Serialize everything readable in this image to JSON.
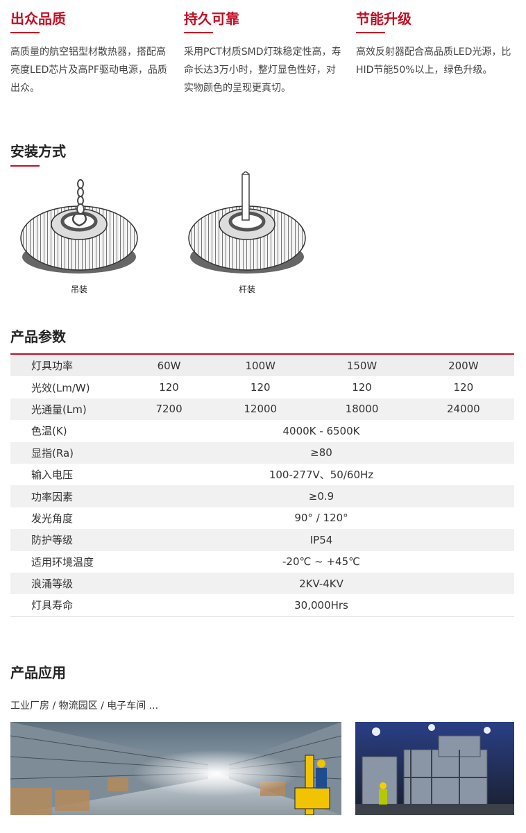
{
  "features": [
    {
      "title": "出众品质",
      "text": "高质量的航空铝型材散热器，搭配高亮度LED芯片及高PF驱动电源，品质出众。"
    },
    {
      "title": "持久可靠",
      "text": "采用PCT材质SMD灯珠稳定性高，寿命长达3万小时，整灯显色性好，对实物颜色的呈现更真切。"
    },
    {
      "title": "节能升级",
      "text": "高效反射器配合高品质LED光源，比HID节能50%以上，绿色升级。"
    }
  ],
  "install": {
    "title": "安装方式",
    "methods": [
      {
        "label": "吊装"
      },
      {
        "label": "杆装"
      }
    ]
  },
  "params": {
    "title": "产品参数",
    "header": [
      "灯具功率",
      "60W",
      "100W",
      "150W",
      "200W"
    ],
    "rows_multi": [
      {
        "name": "光效(Lm/W)",
        "values": [
          "120",
          "120",
          "120",
          "120"
        ]
      },
      {
        "name": "光通量(Lm)",
        "values": [
          "7200",
          "12000",
          "18000",
          "24000"
        ]
      }
    ],
    "rows_single": [
      {
        "name": "色温(K)",
        "value": "4000K - 6500K"
      },
      {
        "name": "显指(Ra)",
        "value": "≥80"
      },
      {
        "name": "输入电压",
        "value": "100-277V、50/60Hz"
      },
      {
        "name": "功率因素",
        "value": "≥0.9"
      },
      {
        "name": "发光角度",
        "value": "90° / 120°"
      },
      {
        "name": "防护等级",
        "value": "IP54"
      },
      {
        "name": "适用环境温度",
        "value": "-20℃ ~ +45℃"
      },
      {
        "name": "浪涌等级",
        "value": "2KV-4KV"
      },
      {
        "name": "灯具寿命",
        "value": "30,000Hrs"
      }
    ]
  },
  "application": {
    "title": "产品应用",
    "scenes": "工业厂房 / 物流园区 / 电子车间 ..."
  },
  "colors": {
    "accent": "#c40d23"
  }
}
